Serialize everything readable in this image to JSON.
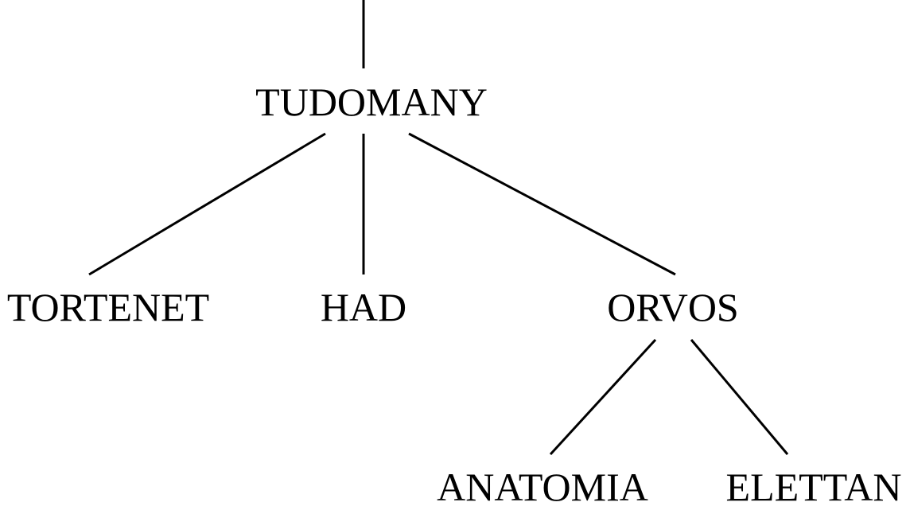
{
  "tree": {
    "nodes": {
      "root": "TUDOMANY",
      "history": "TORTENET",
      "snake": "HAD",
      "doctor": "ORVOS",
      "anatomy": "ANATOMIA",
      "physiology": "ELETTAN"
    },
    "edges": [
      [
        "above",
        "root"
      ],
      [
        "root",
        "history"
      ],
      [
        "root",
        "snake"
      ],
      [
        "root",
        "doctor"
      ],
      [
        "doctor",
        "anatomy"
      ],
      [
        "doctor",
        "physiology"
      ]
    ]
  }
}
